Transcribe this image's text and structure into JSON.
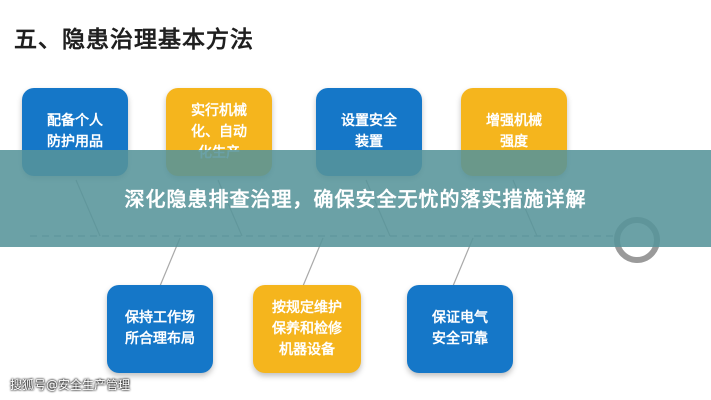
{
  "heading": "五、隐患治理基本方法",
  "top_boxes": [
    {
      "label": "配备个人\n防护用品",
      "color": "#1577c8"
    },
    {
      "label": "实行机械\n化、自动\n化生产",
      "color": "#f5b51d"
    },
    {
      "label": "设置安全\n装置",
      "color": "#1577c8"
    },
    {
      "label": "增强机械\n强度",
      "color": "#f5b51d"
    }
  ],
  "bottom_boxes": [
    {
      "label": "保持工作场\n所合理布局",
      "color": "#1577c8"
    },
    {
      "label": "按规定维护\n保养和检修\n机器设备",
      "color": "#f5b51d"
    },
    {
      "label": "保证电气\n安全可靠",
      "color": "#1577c8"
    }
  ],
  "banner": {
    "title": "深化隐患排查治理，确保安全无忧的落实措施详解",
    "color": "#56949a"
  },
  "watermark": "搜狐号@安全生产管理"
}
